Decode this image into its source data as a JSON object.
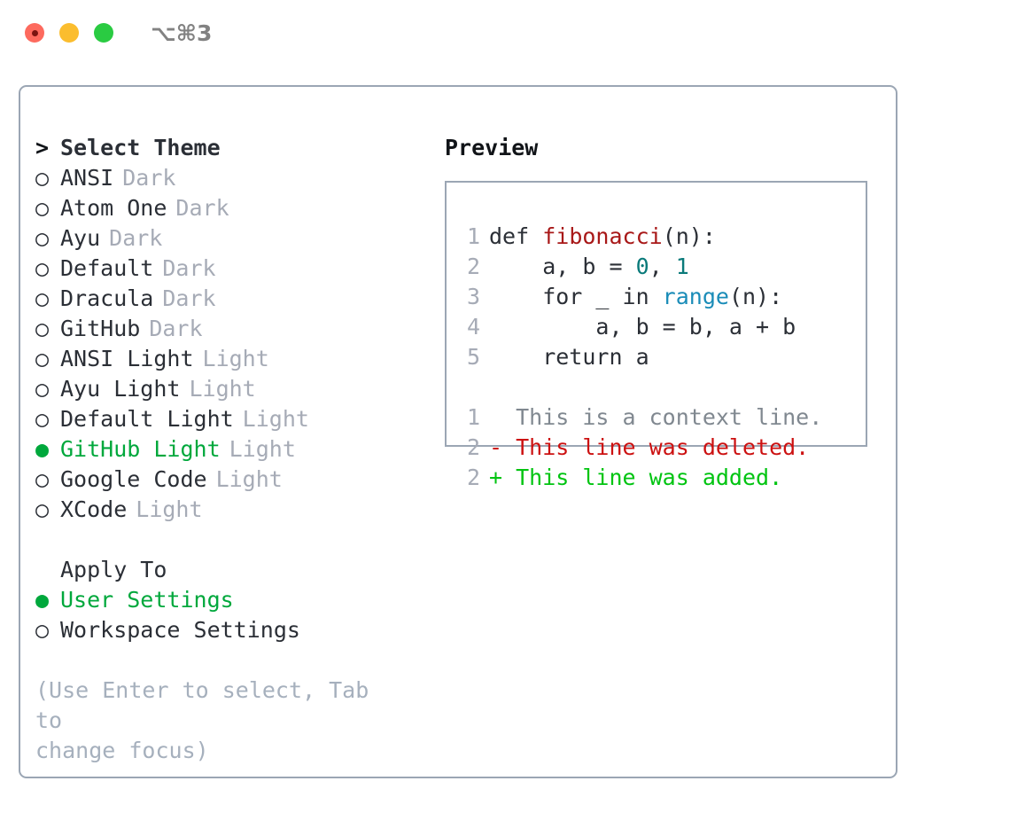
{
  "window": {
    "shortcut": "⌥⌘3",
    "traffic_lights": [
      {
        "name": "close",
        "color": "#fd6a5e"
      },
      {
        "name": "minimize",
        "color": "#fbbd2e"
      },
      {
        "name": "maximize",
        "color": "#2acb42"
      }
    ]
  },
  "colors": {
    "accent_green": "#00a83c",
    "border": "#9ba6b4",
    "muted": "#a6abb6",
    "hint": "#a6b0bd",
    "text": "#2b2f36",
    "diff_delete": "#cc1111",
    "diff_add": "#00c411",
    "syntax_function": "#a81818",
    "syntax_call": "#1a8cb8",
    "syntax_number": "#0a7a7a"
  },
  "theme_list": {
    "header": {
      "marker": ">",
      "label": "Select Theme"
    },
    "items": [
      {
        "marker": "○",
        "label": "ANSI",
        "suffix": "Dark",
        "selected": false
      },
      {
        "marker": "○",
        "label": "Atom One",
        "suffix": "Dark",
        "selected": false
      },
      {
        "marker": "○",
        "label": "Ayu",
        "suffix": "Dark",
        "selected": false
      },
      {
        "marker": "○",
        "label": "Default",
        "suffix": "Dark",
        "selected": false
      },
      {
        "marker": "○",
        "label": "Dracula",
        "suffix": "Dark",
        "selected": false
      },
      {
        "marker": "○",
        "label": "GitHub",
        "suffix": "Dark",
        "selected": false
      },
      {
        "marker": "○",
        "label": "ANSI Light",
        "suffix": "Light",
        "selected": false
      },
      {
        "marker": "○",
        "label": "Ayu Light",
        "suffix": "Light",
        "selected": false
      },
      {
        "marker": "○",
        "label": "Default Light",
        "suffix": "Light",
        "selected": false
      },
      {
        "marker": "●",
        "label": "GitHub Light",
        "suffix": "Light",
        "selected": true
      },
      {
        "marker": "○",
        "label": "Google Code",
        "suffix": "Light",
        "selected": false
      },
      {
        "marker": "○",
        "label": "XCode",
        "suffix": "Light",
        "selected": false
      }
    ]
  },
  "apply_to": {
    "header": "Apply To",
    "items": [
      {
        "marker": "●",
        "label": "User Settings",
        "selected": true
      },
      {
        "marker": "○",
        "label": "Workspace Settings",
        "selected": false
      }
    ]
  },
  "hint": {
    "line1": "(Use Enter to select, Tab to",
    "line2": "change focus)"
  },
  "preview": {
    "title": "Preview",
    "code_lines": [
      {
        "num": "1",
        "tokens": [
          {
            "t": "def ",
            "c": "plain"
          },
          {
            "t": "fibonacci",
            "c": "fn"
          },
          {
            "t": "(n):",
            "c": "plain"
          }
        ]
      },
      {
        "num": "2",
        "tokens": [
          {
            "t": "    a, b = ",
            "c": "plain"
          },
          {
            "t": "0",
            "c": "num"
          },
          {
            "t": ", ",
            "c": "plain"
          },
          {
            "t": "1",
            "c": "num"
          }
        ]
      },
      {
        "num": "3",
        "tokens": [
          {
            "t": "    for _ in ",
            "c": "plain"
          },
          {
            "t": "range",
            "c": "call"
          },
          {
            "t": "(n):",
            "c": "plain"
          }
        ]
      },
      {
        "num": "4",
        "tokens": [
          {
            "t": "        a, b = b, a + b",
            "c": "plain"
          }
        ]
      },
      {
        "num": "5",
        "tokens": [
          {
            "t": "    return a",
            "c": "plain"
          }
        ]
      }
    ],
    "diff_lines": [
      {
        "num": "1",
        "tokens": [
          {
            "t": "  This is a context line.",
            "c": "ctx"
          }
        ]
      },
      {
        "num": "2",
        "tokens": [
          {
            "t": "- This line was deleted.",
            "c": "del"
          }
        ]
      },
      {
        "num": "2",
        "tokens": [
          {
            "t": "+ This line was added.",
            "c": "add"
          }
        ]
      }
    ]
  }
}
